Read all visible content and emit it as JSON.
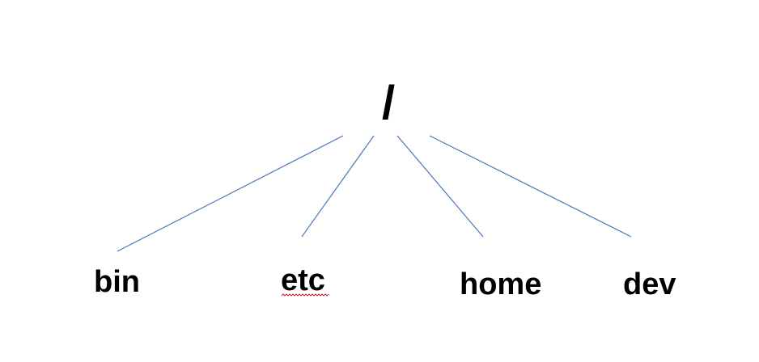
{
  "diagram": {
    "type": "tree",
    "root": {
      "label": "/"
    },
    "children": [
      {
        "label": "bin"
      },
      {
        "label": "etc",
        "spellcheck_underline": true
      },
      {
        "label": "home"
      },
      {
        "label": "dev"
      }
    ],
    "colors": {
      "edge": "#4a78b8",
      "text": "#000000",
      "spellcheck": "#d02020",
      "background": "#ffffff"
    }
  }
}
